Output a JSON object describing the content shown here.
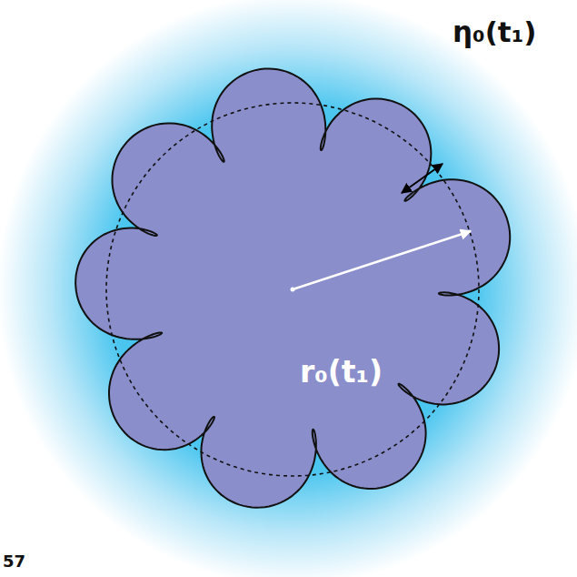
{
  "diagram": {
    "labels": [
      "η₀(t₁)",
      "r₀(t₁)",
      "57"
    ]
  }
}
